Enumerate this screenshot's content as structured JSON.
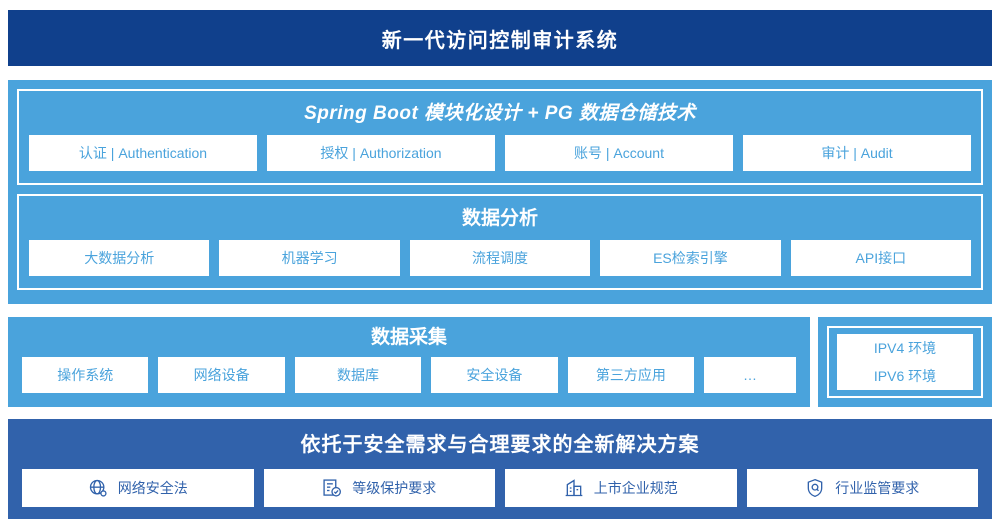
{
  "header": {
    "title": "新一代访问控制审计系统"
  },
  "colors": {
    "header_bg": "#10408c",
    "panel_light_blue": "#4aa3dc",
    "panel_dark_blue": "#3162ab",
    "tile_bg": "#ffffff",
    "tile_text_light": "#4aa3dc",
    "tile_text_dark": "#3162ab"
  },
  "platform_section": {
    "title": "Spring Boot 模块化设计 + PG 数据仓储技术",
    "tiles": [
      {
        "label": "认证 | Authentication"
      },
      {
        "label": "授权 | Authorization"
      },
      {
        "label": "账号 | Account"
      },
      {
        "label": "审计 | Audit"
      }
    ]
  },
  "analysis_section": {
    "title": "数据分析",
    "tiles": [
      {
        "label": "大数据分析"
      },
      {
        "label": "机器学习"
      },
      {
        "label": "流程调度"
      },
      {
        "label": "ES检索引擎"
      },
      {
        "label": "API接口"
      }
    ]
  },
  "collection_section": {
    "title": "数据采集",
    "tiles": [
      {
        "label": "操作系统"
      },
      {
        "label": "网络设备"
      },
      {
        "label": "数据库"
      },
      {
        "label": "安全设备"
      },
      {
        "label": "第三方应用"
      },
      {
        "label": "…"
      }
    ]
  },
  "environment_section": {
    "tiles": [
      {
        "label": "IPV4 环境"
      },
      {
        "label": "IPV6 环境"
      }
    ]
  },
  "compliance_section": {
    "title": "依托于安全需求与合理要求的全新解决方案",
    "tiles": [
      {
        "label": "网络安全法",
        "icon": "globe-icon"
      },
      {
        "label": "等级保护要求",
        "icon": "document-check-icon"
      },
      {
        "label": "上市企业规范",
        "icon": "office-building-icon"
      },
      {
        "label": "行业监管要求",
        "icon": "shield-search-icon"
      }
    ]
  }
}
